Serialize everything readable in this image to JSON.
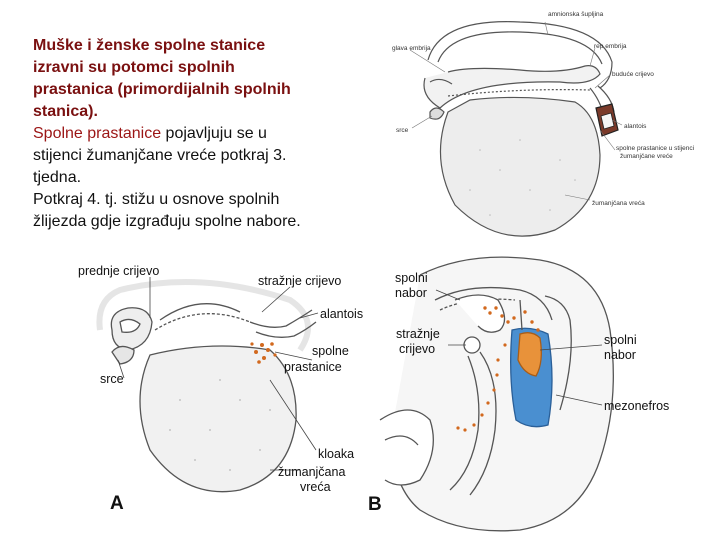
{
  "text": {
    "line1": "Muške i ženske spolne stanice",
    "line2": "izravni su potomci spolnih",
    "line3": "prastanica (primordijalnih spolnih",
    "line4": "stanica).",
    "line5a": "Spolne prastanice",
    "line5b": " pojavljuju se u",
    "line6": "stijenci žumanjčane vreće potkraj 3.",
    "line7": "tjedna.",
    "line8": "Potkraj 4. tj. stižu u osnove spolnih",
    "line9": "žlijezda gdje izgrađuju spolne nabore."
  },
  "figure_top": {
    "amnion": "amnionska šupljina",
    "head": "glava embrija",
    "tail": "rep embrija",
    "gut": "buduće crijevo",
    "heart": "srce",
    "allantois": "alantois",
    "germ1": "spolne prastanice u stijenci",
    "germ2": "žumanjčane vreće",
    "yolk": "žumanjčana vreća"
  },
  "figure_a": {
    "foregut": "prednje crijevo",
    "hindgut": "stražnje crijevo",
    "allantois": "alantois",
    "germ1": "spolne",
    "germ2": "prastanice",
    "heart": "srce",
    "cloaca": "kloaka",
    "yolk1": "žumanjčana",
    "yolk2": "vreća",
    "letter": "A"
  },
  "figure_b": {
    "fold1a": "spolni",
    "fold1b": "nabor",
    "hind1": "stražnje",
    "hind2": "crijevo",
    "fold2a": "spolni",
    "fold2b": "nabor",
    "meso": "mezonefros",
    "letter": "B"
  },
  "colors": {
    "germ_cells": "#d2691e",
    "mesonephros": "#4a8fd0",
    "genital_ridge": "#e8923a",
    "text_dark_red": "#7a1010",
    "text_red": "#9b1515"
  }
}
